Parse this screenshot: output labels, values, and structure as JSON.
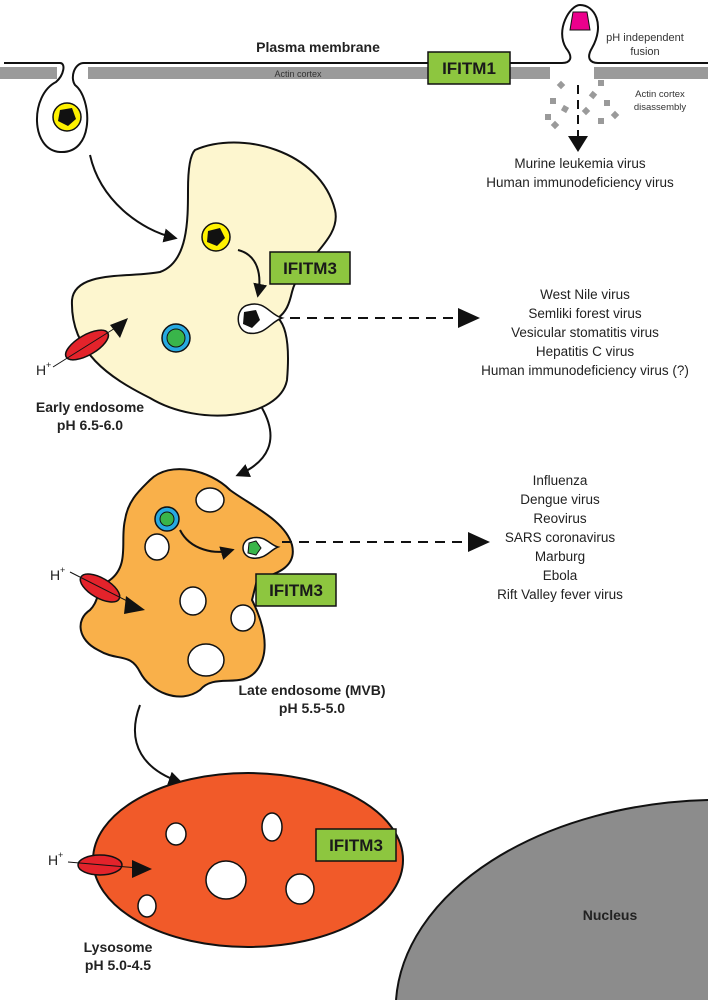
{
  "plasma_membrane": {
    "label": "Plasma membrane",
    "actin_label": "Actin cortex"
  },
  "ifitm1": {
    "label": "IFITM1"
  },
  "ifitm3": {
    "label": "IFITM3"
  },
  "fusion": {
    "line1": "pH independent",
    "line2": "fusion",
    "disassembly1": "Actin cortex",
    "disassembly2": "disassembly"
  },
  "ph_independent_viruses": [
    "Murine leukemia virus",
    "Human immunodeficiency virus"
  ],
  "early_endosome": {
    "name": "Early endosome",
    "ph": "pH 6.5-6.0",
    "viruses": [
      "West Nile virus",
      "Semliki forest virus",
      "Vesicular stomatitis virus",
      "Hepatitis C virus",
      "Human immunodeficiency virus (?)"
    ]
  },
  "late_endosome": {
    "name": "Late endosome (MVB)",
    "ph": "pH 5.5-5.0",
    "viruses": [
      "Influenza",
      "Dengue virus",
      "Reovirus",
      "SARS coronavirus",
      "Marburg",
      "Ebola",
      "Rift Valley fever virus"
    ]
  },
  "lysosome": {
    "name": "Lysosome",
    "ph": "pH 5.0-4.5"
  },
  "nucleus": {
    "label": "Nucleus"
  },
  "proton": {
    "label": "H",
    "charge": "+"
  },
  "colors": {
    "ifitm": "#8dc63f",
    "early_endosome": "#fdf6cf",
    "late_endosome": "#f9b04a",
    "lysosome": "#f15a29",
    "nucleus": "#8c8c8c",
    "actin": "#9a9a9a",
    "pump": "#e3232b",
    "virus_yellow": "#fff200",
    "virus_blue": "#27aae1",
    "virus_green": "#39b54a",
    "pink": "#ec008c"
  }
}
